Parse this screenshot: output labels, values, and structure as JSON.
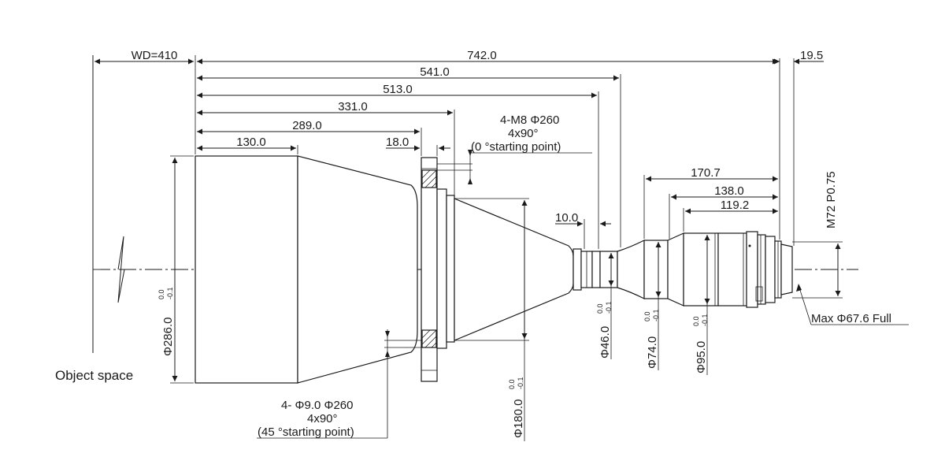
{
  "dimensions": {
    "wd": "WD=410",
    "total_length": "742.0",
    "back_offset": "19.5",
    "len_541": "541.0",
    "len_513": "513.0",
    "len_331": "331.0",
    "len_289": "289.0",
    "len_130": "130.0",
    "flange_thickness": "18.0",
    "neck_width": "10.0",
    "len_170": "170.7",
    "len_138": "138.0",
    "len_119": "119.2"
  },
  "diameters": {
    "d286": "Φ286.0",
    "d180": "Φ180.0",
    "d46": "Φ46.0",
    "d74": "Φ74.0",
    "d95": "Φ95.0",
    "tol_upper": "0.0",
    "tol_lower": "-0.1"
  },
  "notes": {
    "top_holes_line1": "4-M8 Φ260",
    "top_holes_line2": "4x90°",
    "top_holes_line3": "(0 °starting point)",
    "bottom_holes_line1": "4- Φ9.0   Φ260",
    "bottom_holes_line2": "4x90°",
    "bottom_holes_line3": "(45 °starting point)",
    "thread": "M72 P0.75",
    "max_field": "Max Φ67.6 Full",
    "object_space": "Object space"
  }
}
